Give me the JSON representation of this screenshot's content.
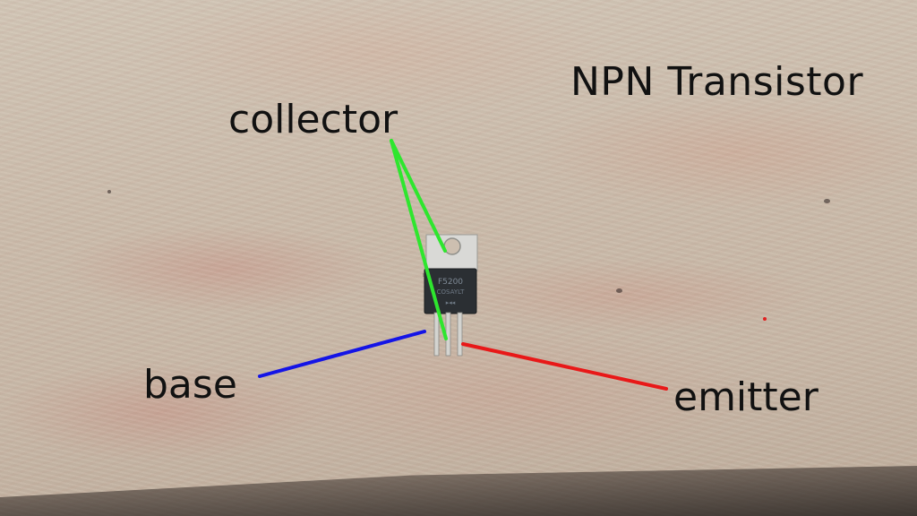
{
  "title": "NPN Transistor",
  "labels": {
    "collector": "collector",
    "base": "base",
    "emitter": "emitter"
  },
  "component": {
    "marking_line1": "F5200",
    "marking_line2": "COSAYLT"
  },
  "colors": {
    "collector_line": "#2ee62e",
    "base_line": "#1414e6",
    "emitter_line": "#e81818",
    "text": "#111111"
  }
}
